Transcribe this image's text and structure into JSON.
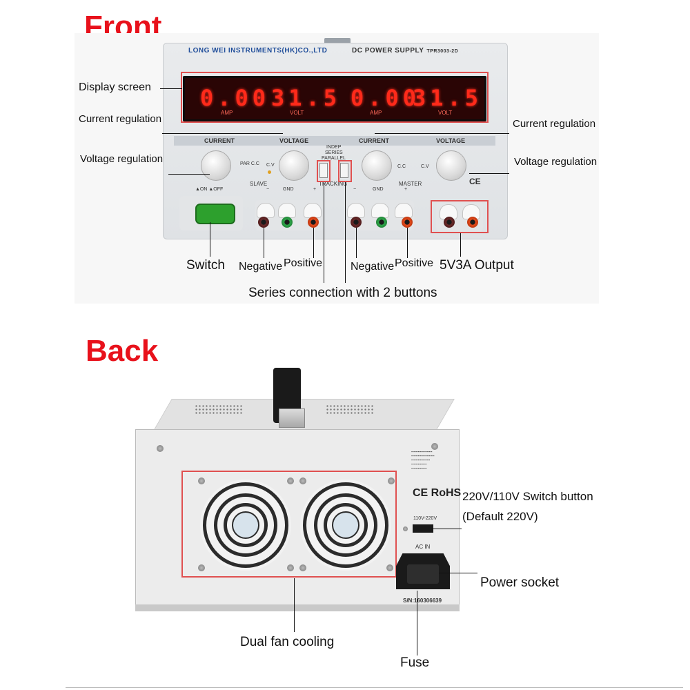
{
  "front": {
    "title": "Front",
    "unit": {
      "brand": "LONG WEI INSTRUMENTS(HK)CO.,LTD",
      "model": "DC POWER SUPPLY",
      "model_code": "TPR3003-2D",
      "display": [
        {
          "value": "0.00",
          "unit": "AMP"
        },
        {
          "value": "31.5",
          "unit": "VOLT"
        },
        {
          "value": "0.00",
          "unit": "AMP"
        },
        {
          "value": "31.5",
          "unit": "VOLT"
        }
      ],
      "current_label": "CURRENT",
      "voltage_label": "VOLTAGE",
      "slave_label": "SLAVE",
      "master_label": "MASTER",
      "tracking_label": "TRACKING",
      "mode_labels": [
        "INDEP",
        "SERIES",
        "PARALLEL"
      ],
      "par_cc": "PAR C.C",
      "cc": "C.C",
      "cv": "C.V",
      "gnd": "GND",
      "minus": "−",
      "plus": "+",
      "on_off": "▲ON  ▲OFF",
      "ce_mark": "CE"
    },
    "callouts": {
      "display_screen": "Display screen",
      "current_regulation_left": "Current regulation",
      "voltage_regulation_left": "Voltage regulation",
      "current_regulation_right": "Current regulation",
      "voltage_regulation_right": "Voltage regulation",
      "switch": "Switch",
      "negative_1": "Negative",
      "positive_1": "Positive",
      "negative_2": "Negative",
      "positive_2": "Positive",
      "output_5v3a": "5V3A Output",
      "series_connection": "Series connection with 2 buttons"
    }
  },
  "back": {
    "title": "Back",
    "unit": {
      "ce_rohs": "CE RoHS",
      "voltage_select": "110V-220V",
      "ac_in": "AC IN",
      "serial": "S/N:160306639"
    },
    "callouts": {
      "switch_button": "220V/110V Switch button",
      "default": "(Default 220V)",
      "power_socket": "Power socket",
      "dual_fan": "Dual fan cooling",
      "fuse": "Fuse"
    }
  },
  "colors": {
    "title_red": "#e8111b",
    "display_red": "#ff2a1a",
    "callout_box": "#e05050"
  }
}
